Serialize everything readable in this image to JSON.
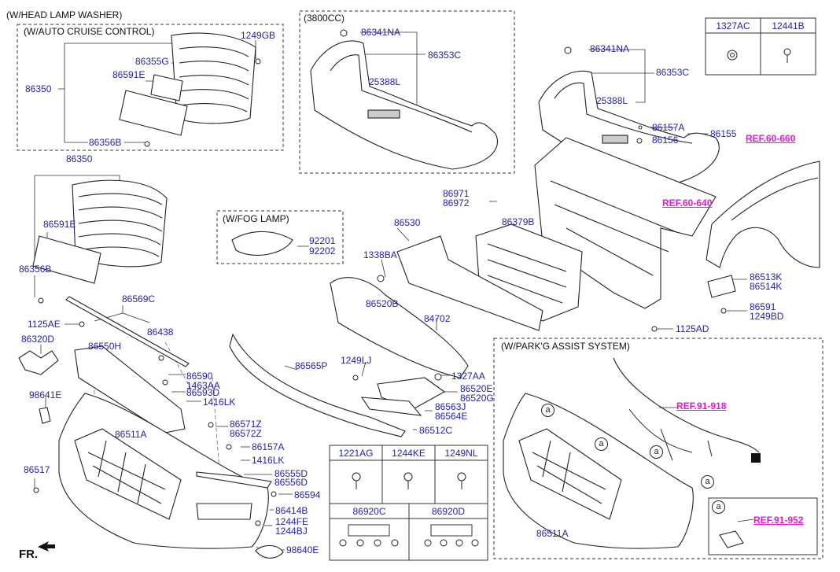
{
  "titles": {
    "head_lamp_washer": "(W/HEAD LAMP WASHER)",
    "auto_cruise": "(W/AUTO CRUISE CONTROL)",
    "engine": "(3800CC)",
    "fog_lamp": "(W/FOG LAMP)",
    "park_assist": "(W/PARK'G ASSIST SYSTEM)"
  },
  "labels": {
    "l86350a": "86350",
    "l86355g": "86355G",
    "l86591e_a": "86591E",
    "l1249gb": "1249GB",
    "l86356b_a": "86356B",
    "l86341na_a": "86341NA",
    "l86353c_a": "86353C",
    "l25388l_a": "25388L",
    "l86341na_b": "86341NA",
    "l86353c_b": "86353C",
    "l25388l_b": "25388L",
    "l86157a_a": "86157A",
    "l86156": "86156",
    "l86155": "86155",
    "l86350b": "86350",
    "l86591e_b": "86591E",
    "l86356b_b": "86356B",
    "l92201": "92201",
    "l92202": "92202",
    "l86971": "86971",
    "l86972": "86972",
    "l86530": "86530",
    "l86379b": "86379B",
    "l1338ba": "1338BA",
    "l86513k": "86513K",
    "l86514k": "86514K",
    "l86591": "86591",
    "l1249bd": "1249BD",
    "l1125ad": "1125AD",
    "l86569c": "86569C",
    "l86438": "86438",
    "l1125ae": "1125AE",
    "l86320d": "86320D",
    "l86550h": "86550H",
    "l86520b": "86520B",
    "l84702": "84702",
    "l86565p": "86565P",
    "l1249lj": "1249LJ",
    "l1327aa": "1327AA",
    "l86590": "86590",
    "l1463aa": "1463AA",
    "l86593d": "86593D",
    "l1416lk_a": "1416LK",
    "l86520e": "86520E",
    "l86520g": "86520G",
    "l86563j": "86563J",
    "l86564e": "86564E",
    "l98641e": "98641E",
    "l86571z": "86571Z",
    "l86572z": "86572Z",
    "l86512c": "86512C",
    "l86511a_a": "86511A",
    "l86157a_b": "86157A",
    "l1416lk_b": "1416LK",
    "l86517": "86517",
    "l86555d": "86555D",
    "l86556d": "86556D",
    "l86594": "86594",
    "l86414b": "86414B",
    "l1244fe": "1244FE",
    "l1244bj": "1244BJ",
    "l98640e": "98640E",
    "l86511a_b": "86511A"
  },
  "refs": {
    "r60660": "REF.60-660",
    "r60640": "REF.60-640",
    "r91918": "REF.91-918",
    "r91952": "REF.91-952"
  },
  "callout_letter": "a",
  "direction_label": "FR.",
  "tables": {
    "top_right": [
      "1327AC",
      "12441B"
    ],
    "bottom_row1": [
      "1221AG",
      "1244KE",
      "1249NL"
    ],
    "bottom_row2": [
      "86920C",
      "86920D"
    ]
  }
}
